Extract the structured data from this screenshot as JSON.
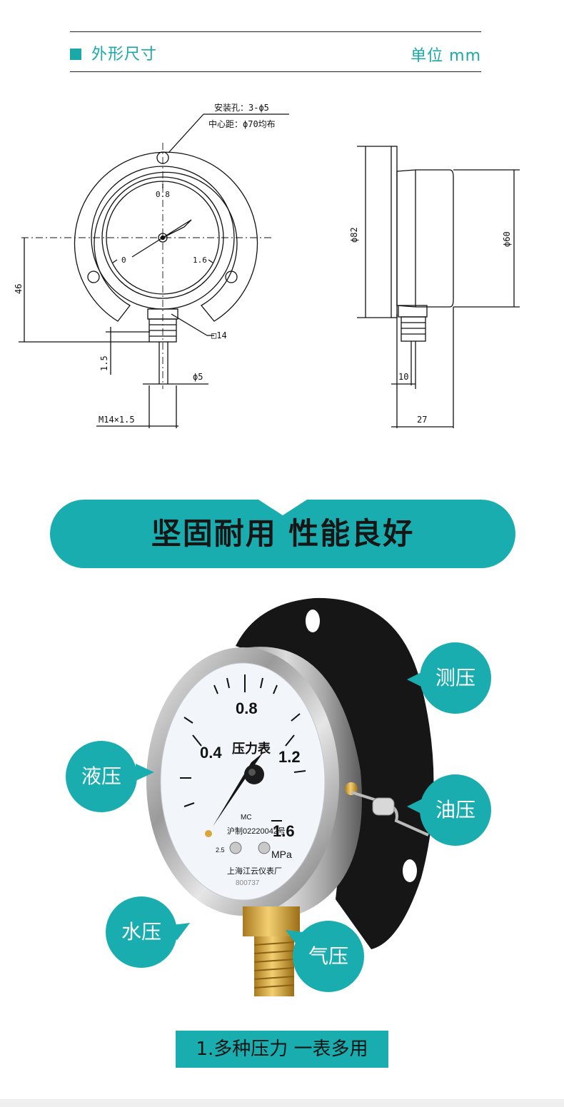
{
  "header": {
    "title": "外形尺寸",
    "unit": "单位 mm"
  },
  "drawing": {
    "front": {
      "hole_note": "安装孔：3-ϕ5",
      "center_note": "中心距：ϕ70均布",
      "scale_08": "0.8",
      "scale_0": "0",
      "scale_16": "1.6",
      "dim_46": "46",
      "dim_15": "1.5",
      "dim_hex": "□14",
      "dim_phi5": "ϕ5",
      "dim_thread": "M14×1.5"
    },
    "side": {
      "dim_82": "ϕ82",
      "dim_60": "ϕ60",
      "dim_10": "10",
      "dim_27": "27"
    }
  },
  "banner": {
    "text": "坚固耐用 性能良好"
  },
  "gauge": {
    "dial_08": "0.8",
    "dial_04": "0.4",
    "dial_12": "1.2",
    "dial_16": "1.6",
    "dial_title": "压力表",
    "dial_unit": "MPa",
    "dial_mc": "MC",
    "dial_license": "沪制02220042号",
    "dial_class": "2.5",
    "dial_maker": "上海江云仪表厂",
    "dial_serial": "800737"
  },
  "bubbles": {
    "measure": "测压",
    "liquid": "液压",
    "oil": "油压",
    "water": "水压",
    "gas": "气压"
  },
  "caption": "1.多种压力 一表多用",
  "colors": {
    "accent": "#1aadb0",
    "section_teal": "#1aa9a8",
    "flange_black": "#161616",
    "brass": "#d9a63a"
  }
}
